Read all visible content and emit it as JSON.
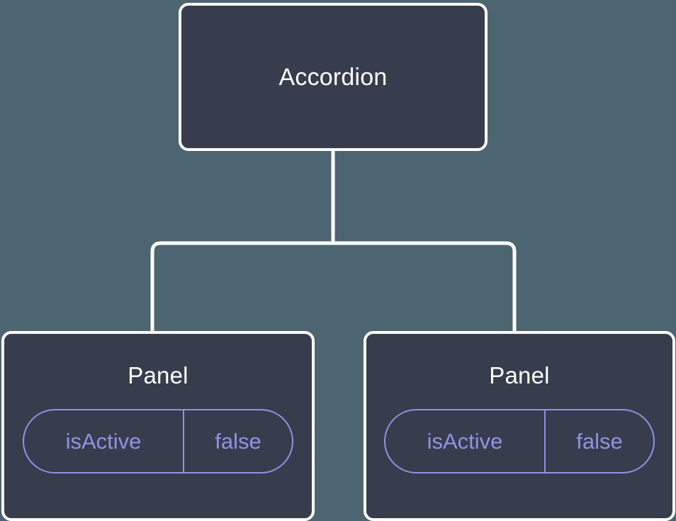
{
  "canvas": {
    "background_color": "#4c6570",
    "node_fill_color": "#373d4c",
    "node_border_color": "#ffffff",
    "edge_color": "#ffffff",
    "prop_accent_color": "#8f93e8",
    "title_color": "#ffffff"
  },
  "tree": {
    "root": {
      "label": "Accordion"
    },
    "children": [
      {
        "label": "Panel",
        "prop": {
          "key": "isActive",
          "value": "false"
        }
      },
      {
        "label": "Panel",
        "prop": {
          "key": "isActive",
          "value": "false"
        }
      }
    ]
  }
}
